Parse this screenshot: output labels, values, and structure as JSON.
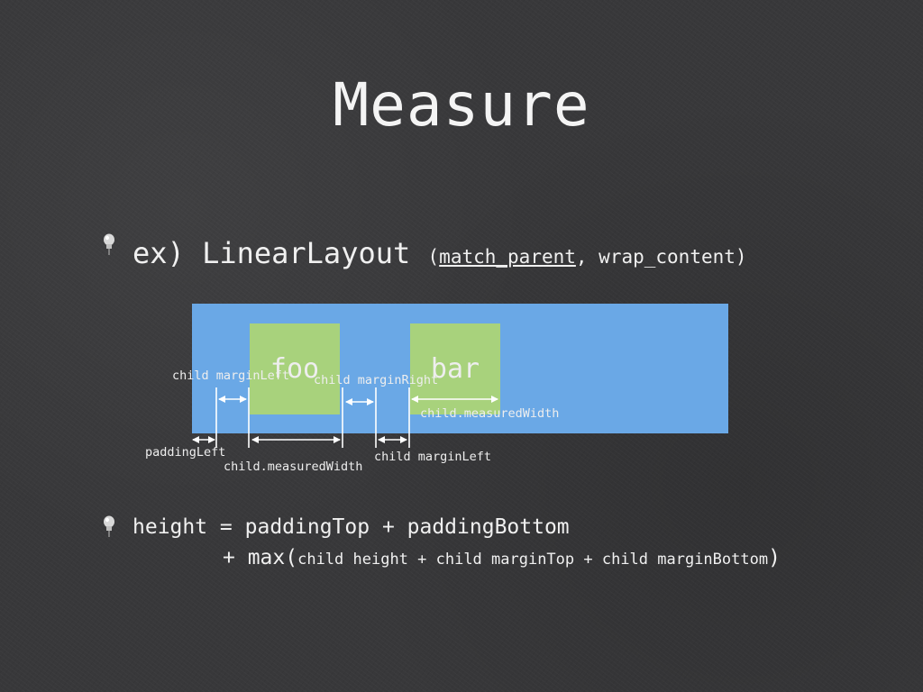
{
  "slide": {
    "title": "Measure"
  },
  "bullets": {
    "line1_main": "ex) LinearLayout",
    "line1_paren_open": "(",
    "line1_match": "match_parent",
    "line1_rest": ", wrap_content)",
    "height_line1": "height = paddingTop + paddingBottom",
    "height_line2_prefix": "+ max(",
    "height_line2_args": "child height + child marginTop + child marginBottom",
    "height_line2_suffix": ")"
  },
  "diagram": {
    "child1_label": "foo",
    "child2_label": "bar",
    "label_margin_left_1": "child marginLeft",
    "label_margin_right": "child marginRight",
    "label_measured_width_2": "child.measuredWidth",
    "label_padding_left": "paddingLeft",
    "label_measured_width_1": "child.measuredWidth",
    "label_margin_left_2": "child marginLeft"
  },
  "colors": {
    "background": "#38383a",
    "layout_blue": "#6aa8e6",
    "child_green": "#a8d27c",
    "text": "#f2f2f2"
  },
  "icons": [
    "pushpin-icon"
  ]
}
